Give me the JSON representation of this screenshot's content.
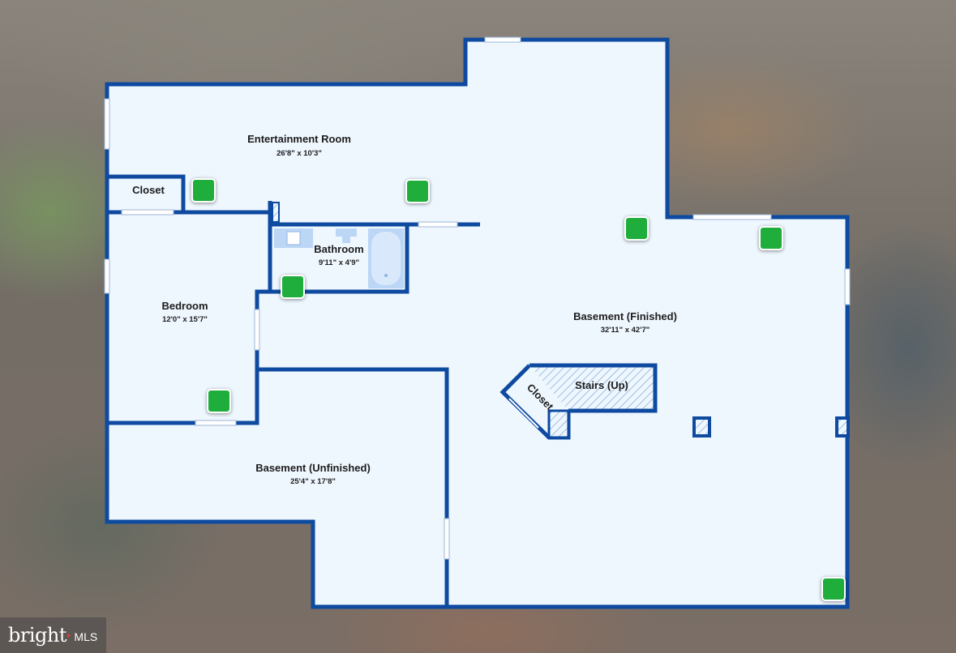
{
  "rooms": {
    "entertainment": {
      "name": "Entertainment Room",
      "dims": "26'8\" x 10'3\""
    },
    "closet_top": {
      "name": "Closet"
    },
    "bathroom": {
      "name": "Bathroom",
      "dims": "9'11\" x 4'9\""
    },
    "bedroom": {
      "name": "Bedroom",
      "dims": "12'0\" x 15'7\""
    },
    "basement_finished": {
      "name": "Basement (Finished)",
      "dims": "32'11\" x 42'7\""
    },
    "stairs": {
      "name": "Stairs (Up)"
    },
    "closet_stairs": {
      "name": "Closet"
    },
    "basement_unfinished": {
      "name": "Basement (Unfinished)",
      "dims": "25'4\" x 17'8\""
    }
  },
  "colors": {
    "wall": "#0d4aa0",
    "floor": "#eef6fe",
    "marker": "#1fae3c",
    "fixture": "#bcd6f5"
  },
  "markers": [
    "photo-marker-1",
    "photo-marker-2",
    "photo-marker-3",
    "photo-marker-4",
    "photo-marker-5",
    "photo-marker-6",
    "photo-marker-7"
  ],
  "logo": {
    "brand": "bright",
    "suffix": "MLS"
  }
}
